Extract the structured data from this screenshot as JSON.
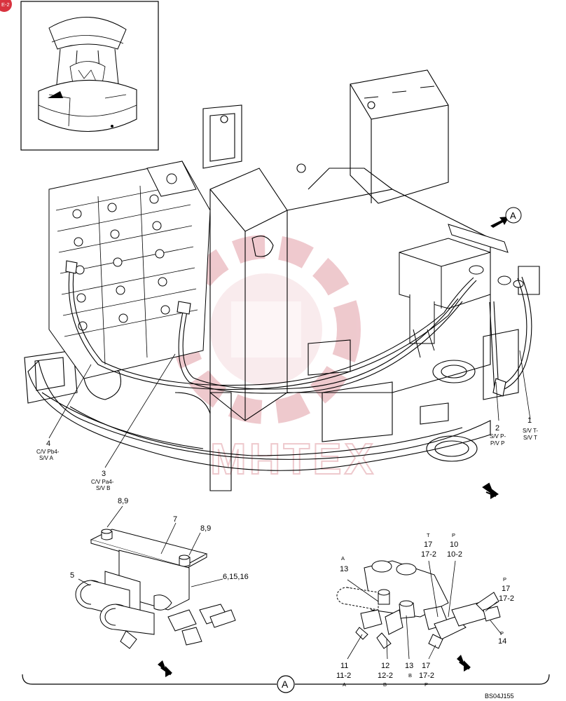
{
  "callouts": {
    "hose_4": {
      "num": "4",
      "l1": "C/V Pb4-",
      "l2": "S/V A"
    },
    "hose_3": {
      "num": "3",
      "l1": "C/V Pa4-",
      "l2": "S/V B"
    },
    "hose_2": {
      "num": "2",
      "l1": "S/V P-",
      "l2": "P/V P"
    },
    "hose_1": {
      "num": "1",
      "l1": "S/V T-",
      "l2": "S/V T"
    }
  },
  "view": {
    "marker": "A"
  },
  "detail_left": {
    "p89a": "8,9",
    "p7": "7",
    "p89b": "8,9",
    "p5": "5",
    "p61516": "6,15,16"
  },
  "detail_right": {
    "a_lbl": "A",
    "p13": "13",
    "t_lbl": "T",
    "p17": "17",
    "p17_2": "17-2",
    "p_lbl": "P",
    "p10": "10",
    "p10_2": "10-2",
    "p_lbl2": "P",
    "p17b": "17",
    "p17b_2": "17-2",
    "p_lbl3": "P",
    "p14": "14",
    "p11": "11",
    "p11_2": "11-2",
    "a_sub": "A",
    "p12": "12",
    "p12_2": "12-2",
    "b_sub": "B",
    "p13b": "13",
    "b_sub2": "B",
    "p17c": "17",
    "p17c_2": "17-2",
    "p_sub": "P"
  },
  "footer": {
    "code": "BS04J155"
  },
  "watermark": {
    "text": "MHTEX"
  },
  "corner_badge": {
    "text": "E-2"
  },
  "colors": {
    "line": "#000000",
    "watermark": "#e9b7bd",
    "badge": "#d8333f"
  }
}
